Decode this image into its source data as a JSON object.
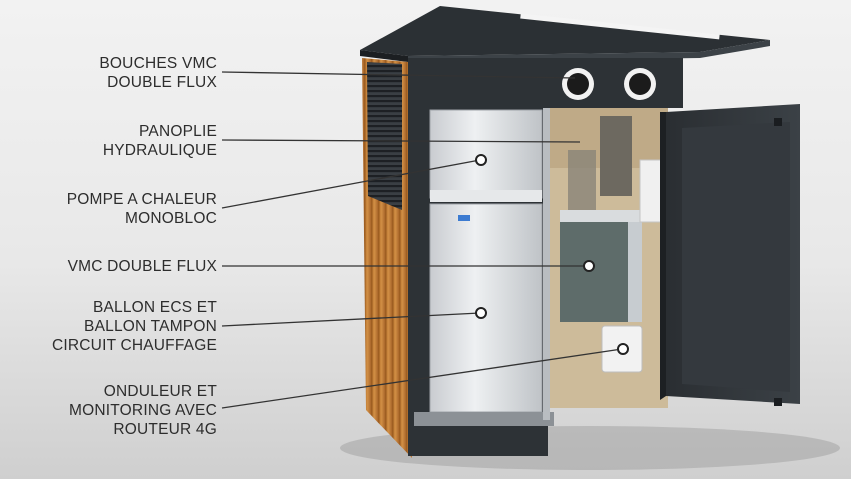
{
  "labels": [
    {
      "id": "bouches-vmc",
      "lines": [
        "BOUCHES VMC",
        "DOUBLE FLUX"
      ]
    },
    {
      "id": "panoplie-hydraulique",
      "lines": [
        "PANOPLIE",
        "HYDRAULIQUE"
      ]
    },
    {
      "id": "pompe-a-chaleur",
      "lines": [
        "POMPE A CHALEUR",
        "MONOBLOC"
      ]
    },
    {
      "id": "vmc-double-flux",
      "lines": [
        "VMC DOUBLE FLUX"
      ]
    },
    {
      "id": "ballon-ecs",
      "lines": [
        "BALLON ECS ET",
        "BALLON TAMPON",
        "CIRCUIT CHAUFFAGE"
      ]
    },
    {
      "id": "onduleur",
      "lines": [
        "ONDULEUR ET",
        "MONITORING AVEC",
        "ROUTEUR 4G"
      ]
    }
  ],
  "colors": {
    "label_text": "#2d2d2d",
    "leader_line": "#333333",
    "cabinet_dark": "#2f3438",
    "wood": "#c8843a",
    "panel_silver": "#d9dcdf",
    "vmc_unit": "#5c6b6a"
  }
}
